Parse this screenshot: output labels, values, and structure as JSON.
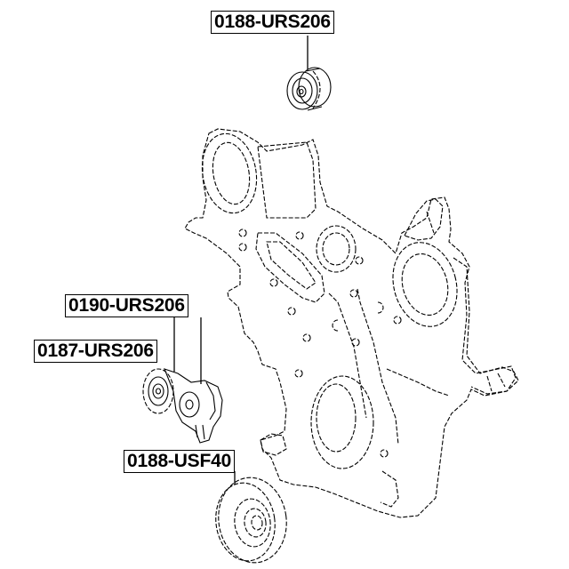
{
  "diagram": {
    "type": "exploded parts diagram",
    "subject": "engine timing cover with belt pulleys and tensioner",
    "labels": [
      {
        "id": "idler-pulley-top",
        "text": "0188-URS206"
      },
      {
        "id": "tensioner-assembly",
        "text": "0190-URS206"
      },
      {
        "id": "tensioner-pulley",
        "text": "0187-URS206"
      },
      {
        "id": "idler-pulley-bottom",
        "text": "0188-USF40"
      }
    ]
  }
}
